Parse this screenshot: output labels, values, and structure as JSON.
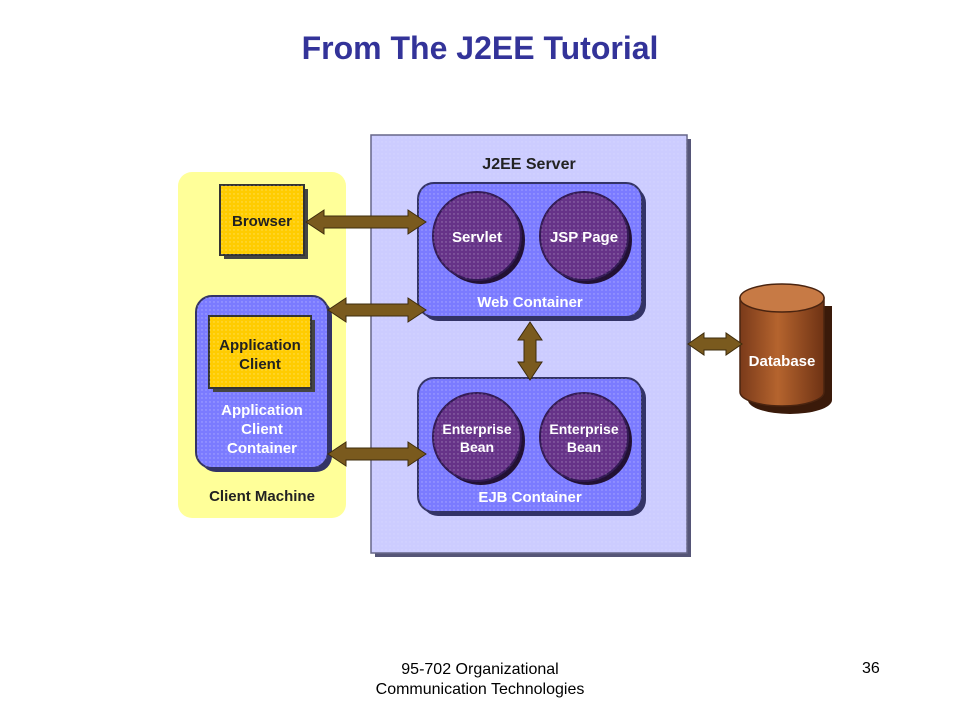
{
  "title": "From The J2EE Tutorial",
  "footer": {
    "line1": "95-702 Organizational",
    "line2": "Communication Technologies",
    "page_number": "36"
  },
  "diagram": {
    "client_machine": {
      "label": "Client Machine",
      "browser": "Browser",
      "app_client_container": {
        "line1": "Application",
        "line2": "Client",
        "line3": "Container"
      },
      "app_client": {
        "line1": "Application",
        "line2": "Client"
      }
    },
    "server": {
      "label": "J2EE Server",
      "web_container": {
        "label": "Web Container",
        "servlet": "Servlet",
        "jsp_page": "JSP Page"
      },
      "ejb_container": {
        "label": "EJB Container",
        "bean1": {
          "line1": "Enterprise",
          "line2": "Bean"
        },
        "bean2": {
          "line1": "Enterprise",
          "line2": "Bean"
        }
      }
    },
    "database": "Database"
  },
  "colors": {
    "title": "#333399",
    "client_area": "#ffff99",
    "server_area": "#ccccff",
    "container": "#7b7bff",
    "component": "#663388",
    "client_box": "#ffcc00",
    "database": "#a0522d",
    "arrow": "#7a5a1e"
  }
}
